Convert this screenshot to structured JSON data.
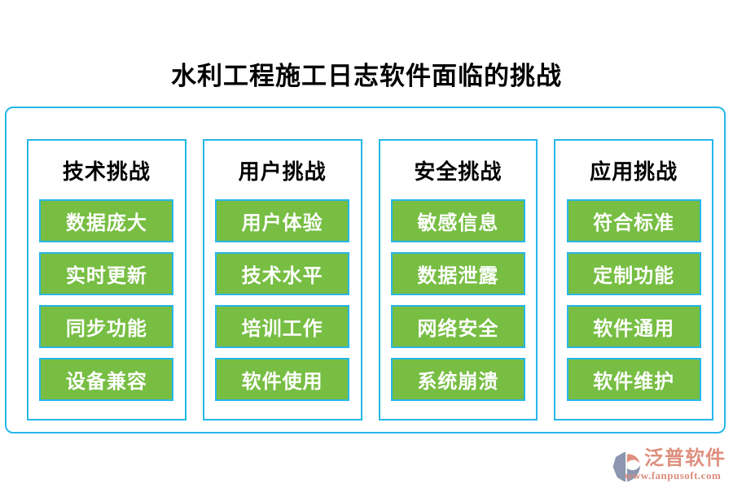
{
  "title": "水利工程施工日志软件面临的挑战",
  "colors": {
    "border_cyan": "#27b7e8",
    "node_green": "#77be43",
    "node_text": "#ffffff",
    "title_text": "#000000",
    "brand_salmon": "#de8f7e",
    "logo_grey": "#8c96ae"
  },
  "columns": [
    {
      "header": "技术挑战",
      "items": [
        "数据庞大",
        "实时更新",
        "同步功能",
        "设备兼容"
      ]
    },
    {
      "header": "用户挑战",
      "items": [
        "用户体验",
        "技术水平",
        "培训工作",
        "软件使用"
      ]
    },
    {
      "header": "安全挑战",
      "items": [
        "敏感信息",
        "数据泄露",
        "网络安全",
        "系统崩溃"
      ]
    },
    {
      "header": "应用挑战",
      "items": [
        "符合标准",
        "定制功能",
        "软件通用",
        "软件维护"
      ]
    }
  ],
  "footer": {
    "brand": "泛普软件",
    "url": "www.fanpusoft.com"
  }
}
